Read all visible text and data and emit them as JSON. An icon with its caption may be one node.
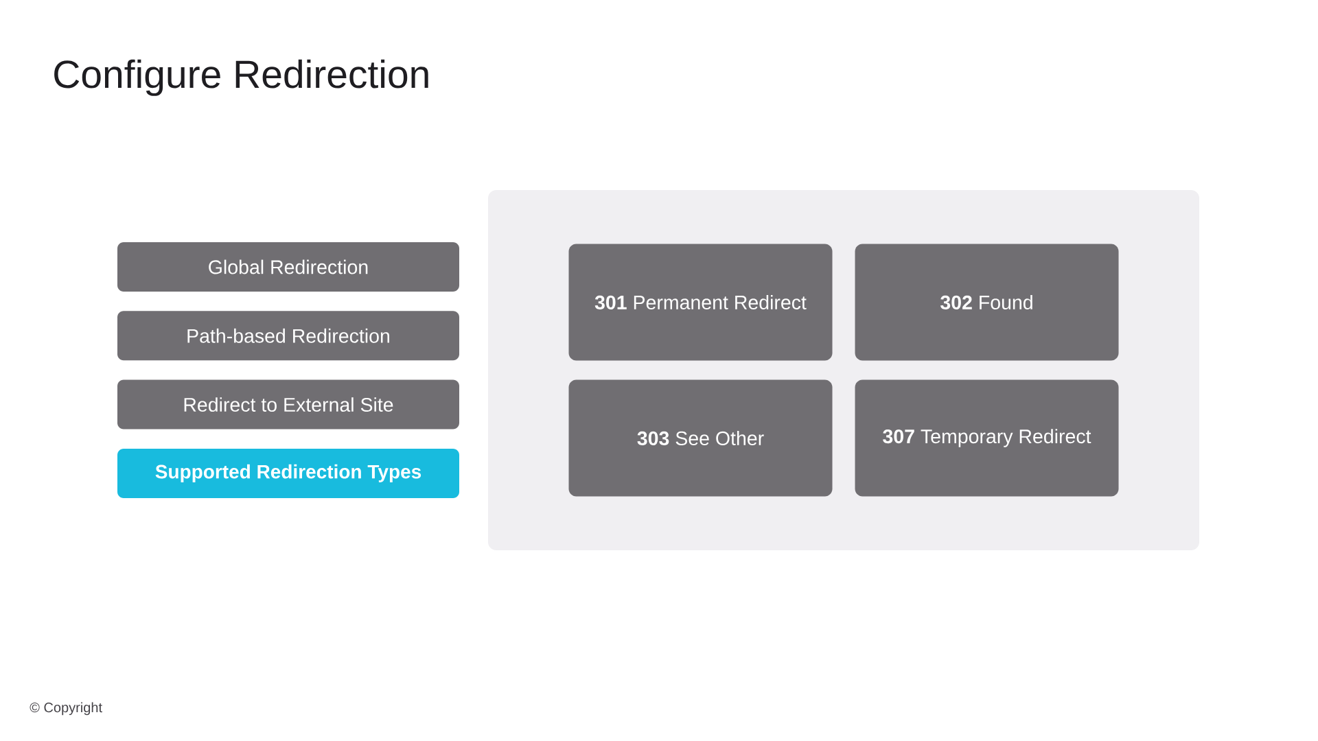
{
  "diagram": {
    "title": "Configure Redirection",
    "nodes": [
      {
        "text": [
          "Global Redirection"
        ]
      },
      {
        "text": [
          "Path-based Redirection"
        ]
      },
      {
        "text": [
          "Redirect to External Site"
        ]
      },
      {
        "text": [
          "Supported Redirection Types"
        ]
      },
      {
        "text": [],
        "shape": "box"
      },
      {
        "text": [
          "**301** Permanent Redirect"
        ],
        "in": 4
      },
      {
        "text": [
          "**302** Found"
        ],
        "in": 4
      },
      {
        "text": [
          "**303** See Other"
        ],
        "in": 4
      },
      {
        "text": [
          "**307** Temporary Redirect"
        ],
        "in": 4
      }
    ],
    "labels": [
      "© Copyright"
    ]
  }
}
